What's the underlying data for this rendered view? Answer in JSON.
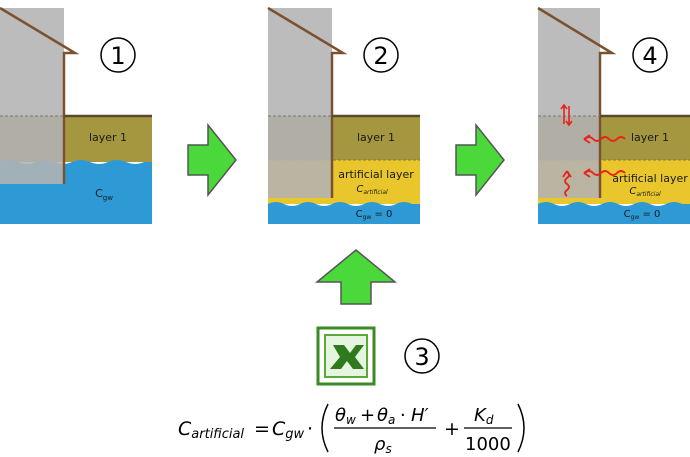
{
  "steps": [
    {
      "number": "①",
      "labels": {
        "layer1": "layer 1",
        "groundwater": "C",
        "groundwater_sub": "gw"
      }
    },
    {
      "number": "②",
      "labels": {
        "layer1": "layer 1",
        "artificial": "artificial layer",
        "c_art": "C",
        "c_art_sub": "artificial",
        "groundwater": "C",
        "groundwater_sub": "gw",
        "groundwater_suffix": " = 0"
      }
    },
    {
      "number": "③"
    },
    {
      "number": "④",
      "labels": {
        "layer1": "layer 1",
        "artificial": "artificial layer",
        "c_art": "C",
        "c_art_sub": "artificial",
        "groundwater": "C",
        "groundwater_sub": "gw",
        "groundwater_suffix": " = 0"
      }
    }
  ],
  "icons": {
    "arrow_right_1": "arrow-right-icon",
    "arrow_right_2": "arrow-right-icon",
    "arrow_up": "arrow-up-icon",
    "spreadsheet": "spreadsheet-icon",
    "vapor_flux": "wavy-arrow-icon"
  },
  "formula": {
    "lhs": "C",
    "lhs_sub": "artificial",
    "eq": "=",
    "cgw": "C",
    "cgw_sub": "gw",
    "dot": "·",
    "num_theta_w": "θ",
    "num_theta_w_sub": "w",
    "plus": "+",
    "num_theta_a": "θ",
    "num_theta_a_sub": "a",
    "num_dot": "·",
    "num_h": "H′",
    "den_rho": "ρ",
    "den_rho_sub": "s",
    "plus2": "+",
    "kd": "K",
    "kd_sub": "d",
    "kd_den": "1000"
  },
  "colors": {
    "building": "#b3b3b3",
    "wall": "#7a5230",
    "layer1": "#a49740",
    "artificial": "#e9c72c",
    "groundwater": "#2d9ad6",
    "arrow_green": "#4bd83a",
    "flux_red": "#e8231c"
  }
}
